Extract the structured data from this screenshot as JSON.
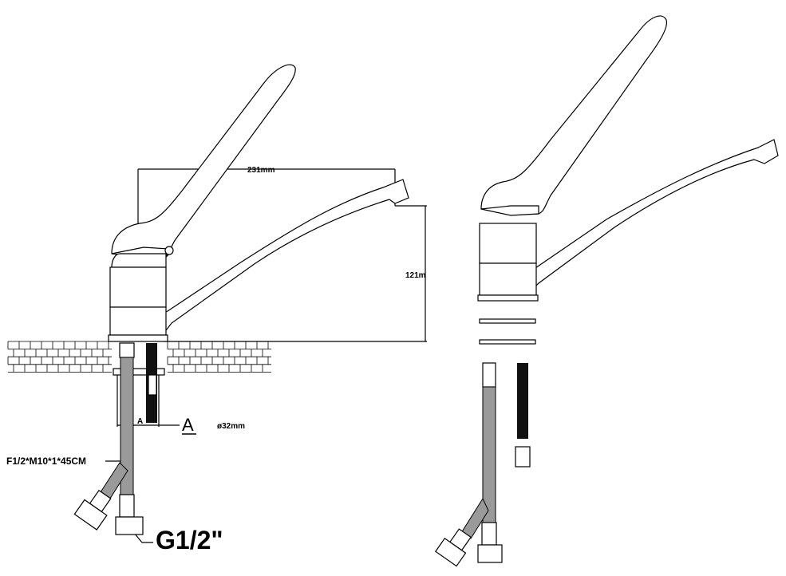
{
  "diagram": {
    "dimensions": {
      "spout_length": "231mm",
      "spout_height": "121m",
      "hole_diameter": "ø32mm"
    },
    "section_marks": {
      "small": "A",
      "large": "A"
    },
    "hose_spec": "F1/2*M10*1*45CM",
    "thread_spec": "G1/2\""
  }
}
